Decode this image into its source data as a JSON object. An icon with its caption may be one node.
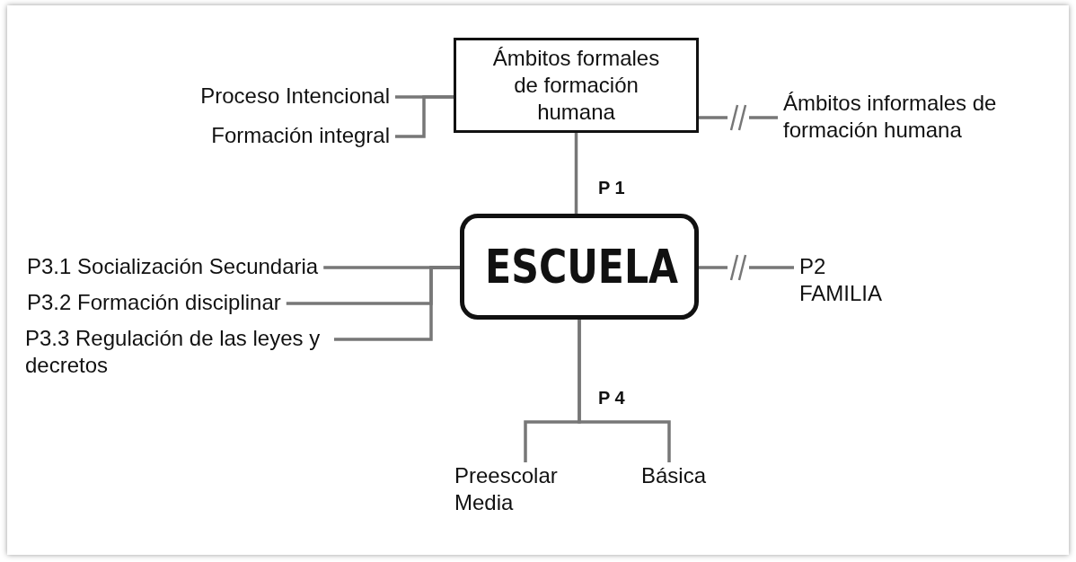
{
  "diagram": {
    "nodes": [
      {
        "text": [
          "Ámbitos formales de formación humana"
        ]
      },
      {
        "text": [
          "Proceso Intencional"
        ]
      },
      {
        "text": [
          "Formación integral"
        ]
      },
      {
        "text": [
          "Ámbitos informales de formación humana"
        ]
      },
      {
        "text": [
          "ESCUELA"
        ]
      },
      {
        "text": [
          "P3.1 Socialización Secundaria"
        ]
      },
      {
        "text": [
          "P3.2 Formación disciplinar"
        ]
      },
      {
        "text": [
          "P3.3 Regulación de las leyes y decretos"
        ]
      },
      {
        "text": [
          "P2 FAMILIA"
        ]
      },
      {
        "text": [
          "Preescolar Media"
        ]
      },
      {
        "text": [
          "Básica"
        ]
      }
    ],
    "edges": [
      {
        "from": 0,
        "to": 1,
        "arrow": "none"
      },
      {
        "from": 0,
        "to": 2,
        "arrow": "none"
      },
      {
        "from": 0,
        "to": 3,
        "arrow": "none"
      },
      {
        "from": 0,
        "to": 4,
        "arrow": "none",
        "label": "P 1"
      },
      {
        "from": 4,
        "to": 5,
        "arrow": "none"
      },
      {
        "from": 4,
        "to": 6,
        "arrow": "none"
      },
      {
        "from": 4,
        "to": 7,
        "arrow": "none"
      },
      {
        "from": 4,
        "to": 8,
        "arrow": "none"
      },
      {
        "from": 4,
        "to": 9,
        "arrow": "none",
        "label": "P 4"
      },
      {
        "from": 4,
        "to": 10,
        "arrow": "none"
      }
    ]
  }
}
